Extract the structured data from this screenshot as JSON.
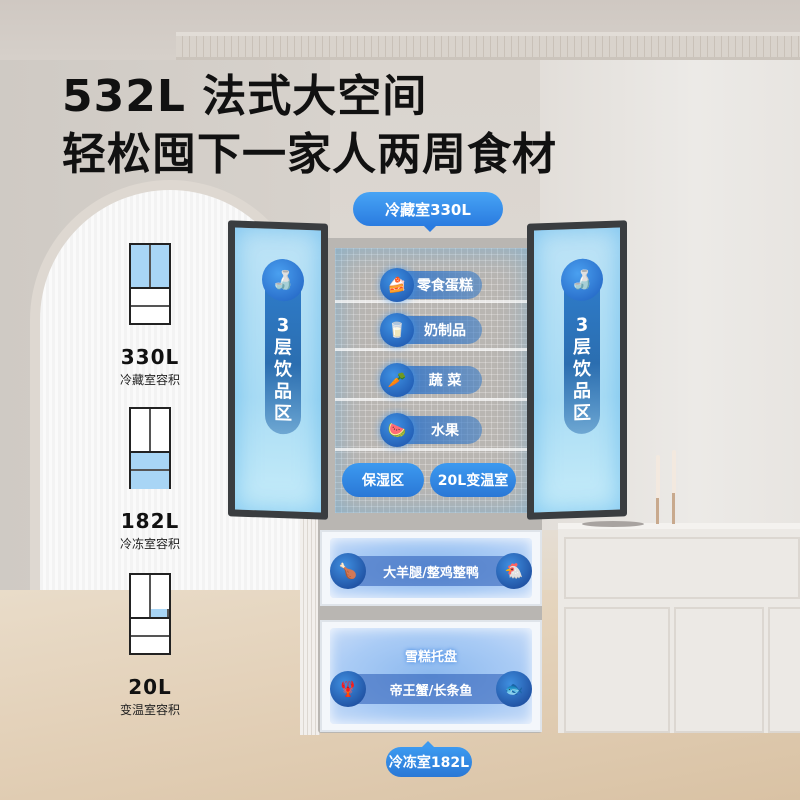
{
  "headline": {
    "line1": "532L 法式大空间",
    "line2": "轻松囤下一家人两周食材"
  },
  "specs": [
    {
      "value": "330L",
      "label": "冷藏室容积",
      "highlight": "fridge"
    },
    {
      "value": "182L",
      "label": "冷冻室容积",
      "highlight": "freezer"
    },
    {
      "value": "20L",
      "label": "变温室容积",
      "highlight": "variable"
    }
  ],
  "fridge": {
    "top_badge": "冷藏室330L",
    "bottom_badge": "冷冻室182L",
    "left_door": {
      "count": "3",
      "label_chars": [
        "层",
        "饮",
        "品",
        "区"
      ],
      "icon": "bottle-icon"
    },
    "right_door": {
      "count": "3",
      "label_chars": [
        "层",
        "饮",
        "品",
        "区"
      ],
      "icon": "bottle-icon"
    },
    "shelves": [
      {
        "label": "零食蛋糕",
        "icon": "cake-icon"
      },
      {
        "label": "奶制品",
        "icon": "milk-carton-icon"
      },
      {
        "label": "蔬 菜",
        "icon": "carrot-icon"
      },
      {
        "label": "水果",
        "icon": "fruit-slice-icon"
      }
    ],
    "crisper_left": "保湿区",
    "crisper_right": "20L变温室",
    "drawer1": {
      "label": "大羊腿/整鸡整鸭",
      "left_icon": "roast-chicken-icon",
      "right_icon": "chicken-icon"
    },
    "drawer2": {
      "title": "雪糕托盘",
      "label": "帝王蟹/长条鱼",
      "left_icon": "lobster-icon",
      "right_icon": "fish-icon"
    }
  },
  "colors": {
    "accent_blue": "#2a7be0",
    "spec_highlight": "#a8d5f5",
    "title_text": "#111111"
  }
}
